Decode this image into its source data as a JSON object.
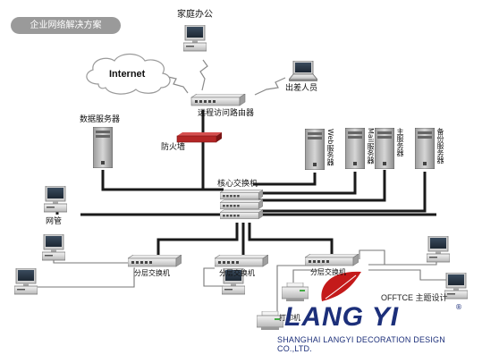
{
  "title": "企业网络解决方案",
  "nodes": {
    "home_office": "家庭办公",
    "internet": "Internet",
    "traveler": "出差人员",
    "remote_router": "远程访问路由器",
    "data_server": "数据服务器",
    "firewall": "防火墙",
    "core_switch": "核心交换机",
    "net_admin": "网管",
    "web_server": "Web服务器",
    "mail_server": "Mail服务器",
    "main_server": "主服务器",
    "backup_server": "备份服务器",
    "access_switch_1": "分层交换机",
    "access_switch_2": "分层交换机",
    "access_switch_3": "分层交换机",
    "printer": "打印机"
  },
  "brand": {
    "tagline": "OFFTCE 主题设计",
    "name": "LANG YI",
    "registered": "®",
    "company": "SHANGHAI LANGYI DECORATION DESIGN CO.,LTD."
  },
  "colors": {
    "cable": "#1a1a1a",
    "thin_cable": "#777777",
    "firewall": "#b32626",
    "brand_blue": "#1c2f7a",
    "brand_red": "#c41a1a",
    "title_pill": "#9a9a9a"
  }
}
